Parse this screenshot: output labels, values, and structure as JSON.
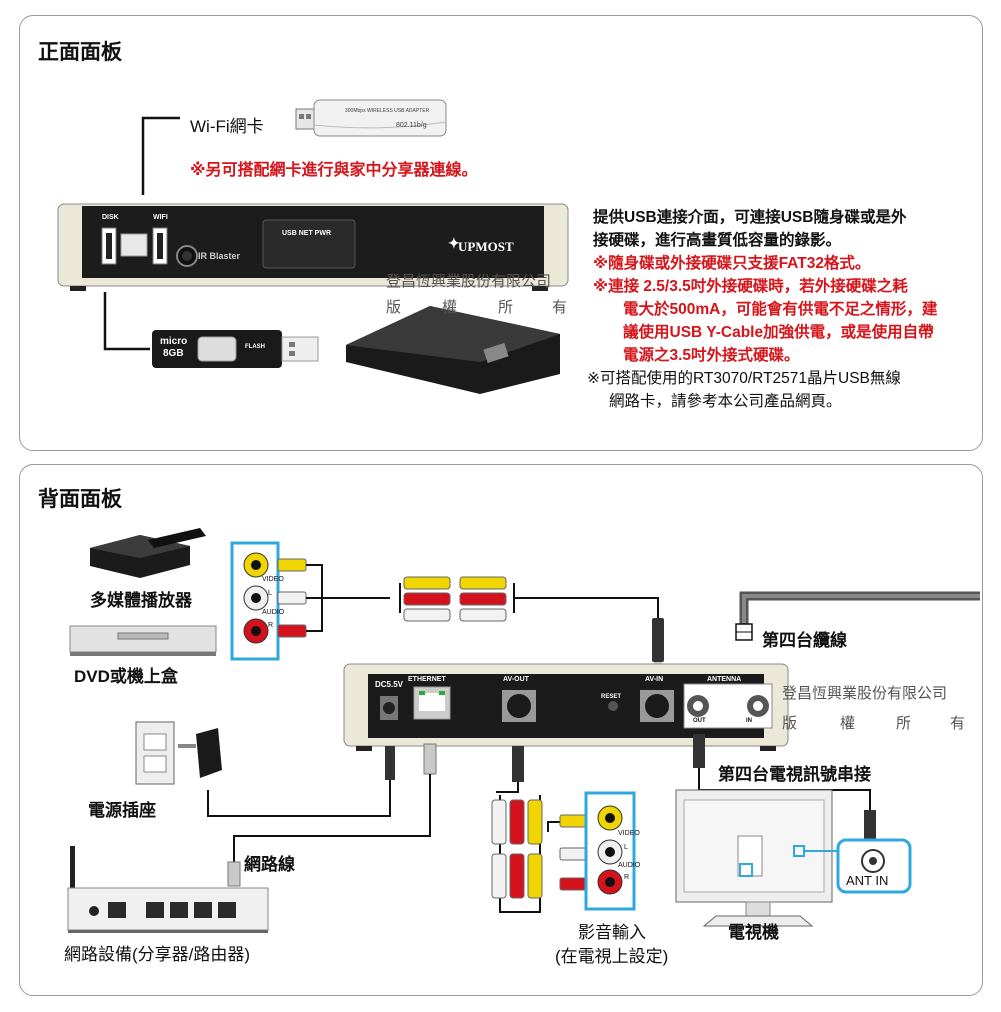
{
  "front": {
    "title": "正面面板",
    "wifi_label": "Wi-Fi網卡",
    "wifi_note": "※另可搭配網卡進行與家中分享器連線。",
    "desc": [
      "提供USB連接介面，可連接USB隨身碟或是外",
      "接硬碟，進行高畫質低容量的錄影。"
    ],
    "notes_red": [
      "※隨身碟或外接硬碟只支援FAT32格式。",
      "※連接 2.5/3.5吋外接硬碟時，若外接硬碟之耗",
      "電大於500mA，可能會有供電不足之情形，建",
      "議使用USB Y-Cable加強供電，或是使用自帶",
      "電源之3.5吋外接式硬碟。"
    ],
    "notes_black": [
      "※可搭配使用的RT3070/RT2571晶片USB無線",
      "網路卡，請參考本公司產品網頁。"
    ],
    "device": {
      "disk": "DISK",
      "wifi": "WIFI",
      "ir": "IR Blaster",
      "display": "USB  NET  PWR",
      "brand": "UPMOST"
    },
    "usb_stick": {
      "line1": "micro",
      "line2": "8GB",
      "flash": "FLASH"
    },
    "dongle_text": "802.11b/g",
    "watermark_company": "登昌恆興業股份有限公司",
    "watermark_rights": [
      "版",
      "權",
      "所",
      "有"
    ]
  },
  "back": {
    "title": "背面面板",
    "media_player": "多媒體播放器",
    "dvd": "DVD或機上盒",
    "power_outlet": "電源插座",
    "network_cable": "網路線",
    "router": "網路設備(分享器/路由器)",
    "cable4": "第四台纜線",
    "cable4_tv": "第四台電視訊號串接",
    "av_input": "影音輸入",
    "av_input_sub": "(在電視上設定)",
    "tv": "電視機",
    "ant_in": "ANT IN",
    "device": {
      "dc": "DC5.5V",
      "ethernet": "ETHERNET",
      "av_out": "AV-OUT",
      "reset": "RESET",
      "av_in": "AV-IN",
      "antenna": "ANTENNA",
      "out": "OUT",
      "in": "IN"
    },
    "av_labels": {
      "video": "VIDEO",
      "l": "L",
      "audio": "AUDIO",
      "r": "R"
    },
    "watermark_company": "登昌恆興業股份有限公司",
    "watermark_rights": [
      "版",
      "權",
      "所",
      "有"
    ]
  }
}
